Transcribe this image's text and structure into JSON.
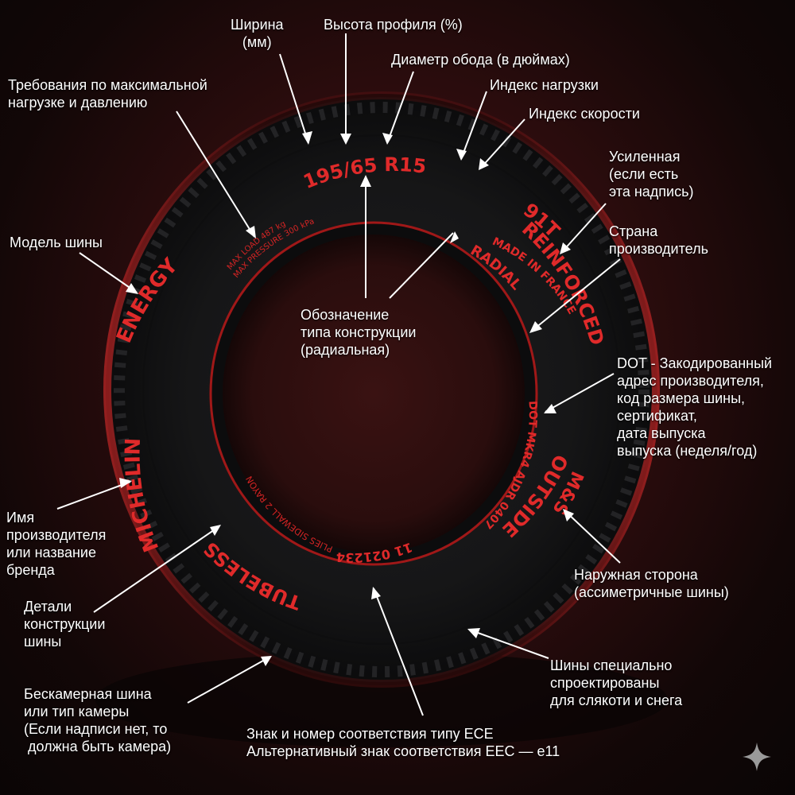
{
  "tire_text": {
    "size": "195/65 R15",
    "service_index": "91T",
    "radial": "RADIAL",
    "reinforced": "REINFORCED",
    "made_in": "MADE IN FRANCE",
    "dot": "DOT MKR4 AJDR 0407",
    "outside": "OUTSIDE",
    "ms": "M&S",
    "tubeless": "TUBELESS",
    "ece": "11 021234",
    "plies": "PLIES SIDEWALL 2 RAYON",
    "brand": "MICHELIN",
    "model": "ENERGY",
    "max_load": "MAX LOAD 487 kg",
    "max_pressure": "MAX PRESSURE 300 kPa"
  },
  "callouts": {
    "width": "Ширина\n(мм)",
    "profile": "Высота профиля (%)",
    "rim": "Диаметр обода (в дюймах)",
    "load_index": "Индекс нагрузки",
    "speed_index": "Индекс скорости",
    "max_load": "Требования по максимальной\nнагрузке и давлению",
    "reinforced": "Усиленная\n(если есть\nэта надпись)",
    "model": "Модель шины",
    "country": "Страна\nпроизводитель",
    "construction": "Обозначение\nтипа конструкции\n(радиальная)",
    "dot": "DOT - Закодированный\nадрес производителя,\nкод размера шины,\nсертификат,\nдата выпуска\nвыпуска (неделя/год)",
    "brand": "Имя\nпроизводителя\nили название\nбренда",
    "outside": "Наружная сторона\n(ассиметричные шины)",
    "plies": "Детали\nконструкции\nшины",
    "ms": "Шины специально\nспроектированы\nдля слякоти и снега",
    "tubeless": "Бескамерная шина\nили тип камеры\n(Если надписи нет, то\n должна быть камера)",
    "ece": "Знак и номер соответствия типу ECE\nАльтернативный знак соответствия ЕЕС — e11"
  },
  "colors": {
    "accent": "#e02a2a",
    "text": "#ffffff",
    "background": "#1a0909"
  },
  "icons": [
    "sparkle-icon"
  ]
}
